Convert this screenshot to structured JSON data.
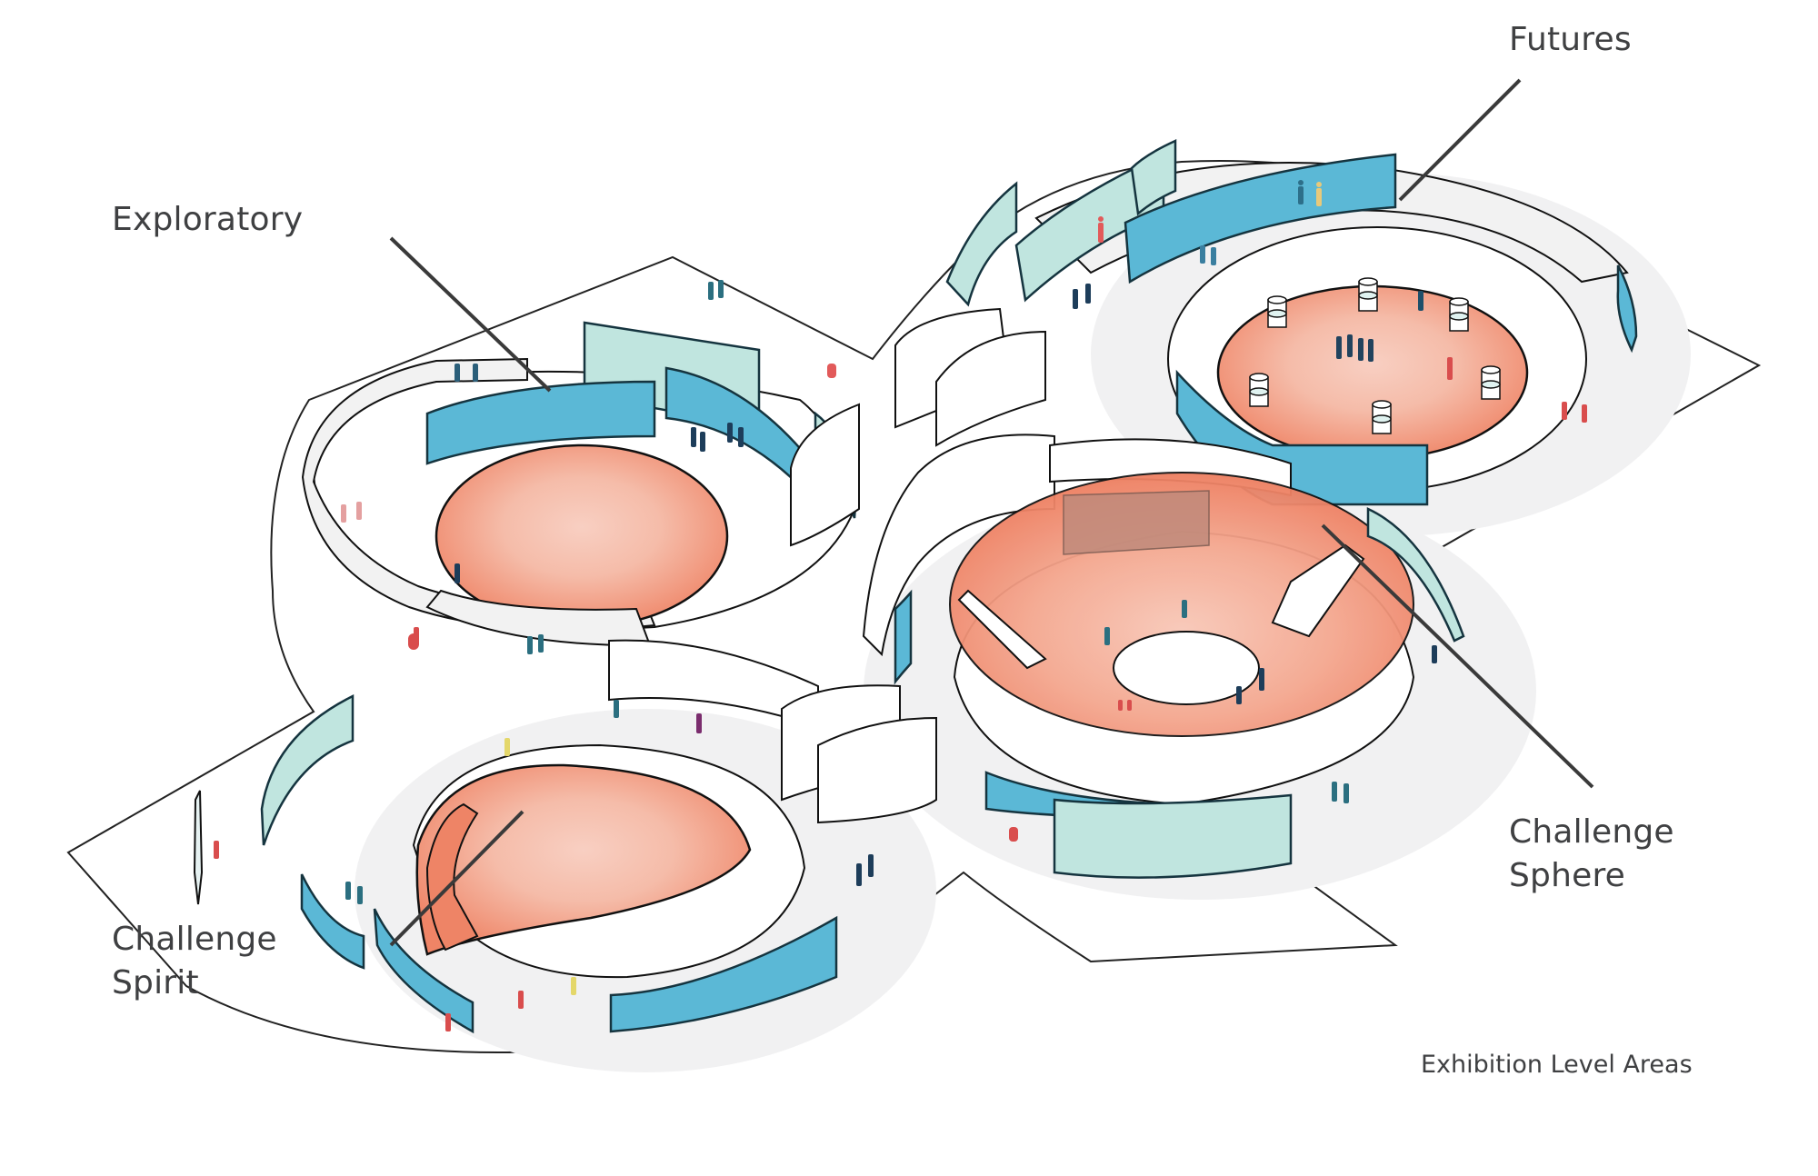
{
  "diagram": {
    "title": "Exhibition Level Areas",
    "areas": [
      {
        "id": "futures",
        "label_lines": [
          "Futures"
        ]
      },
      {
        "id": "exploratory",
        "label_lines": [
          "Exploratory"
        ]
      },
      {
        "id": "challenge-sphere",
        "label_lines": [
          "Challenge",
          "Sphere"
        ]
      },
      {
        "id": "challenge-spirit",
        "label_lines": [
          "Challenge",
          "Spirit"
        ]
      }
    ],
    "colors": {
      "zone_fill": "#f08a6f",
      "zone_fill_light": "#f6c3b4",
      "panel_blue": "#5bb8d6",
      "panel_mint": "#c0e5df",
      "circulation_gray": "#f1f1f2",
      "line": "#222222",
      "label_text": "#3f4042"
    }
  }
}
